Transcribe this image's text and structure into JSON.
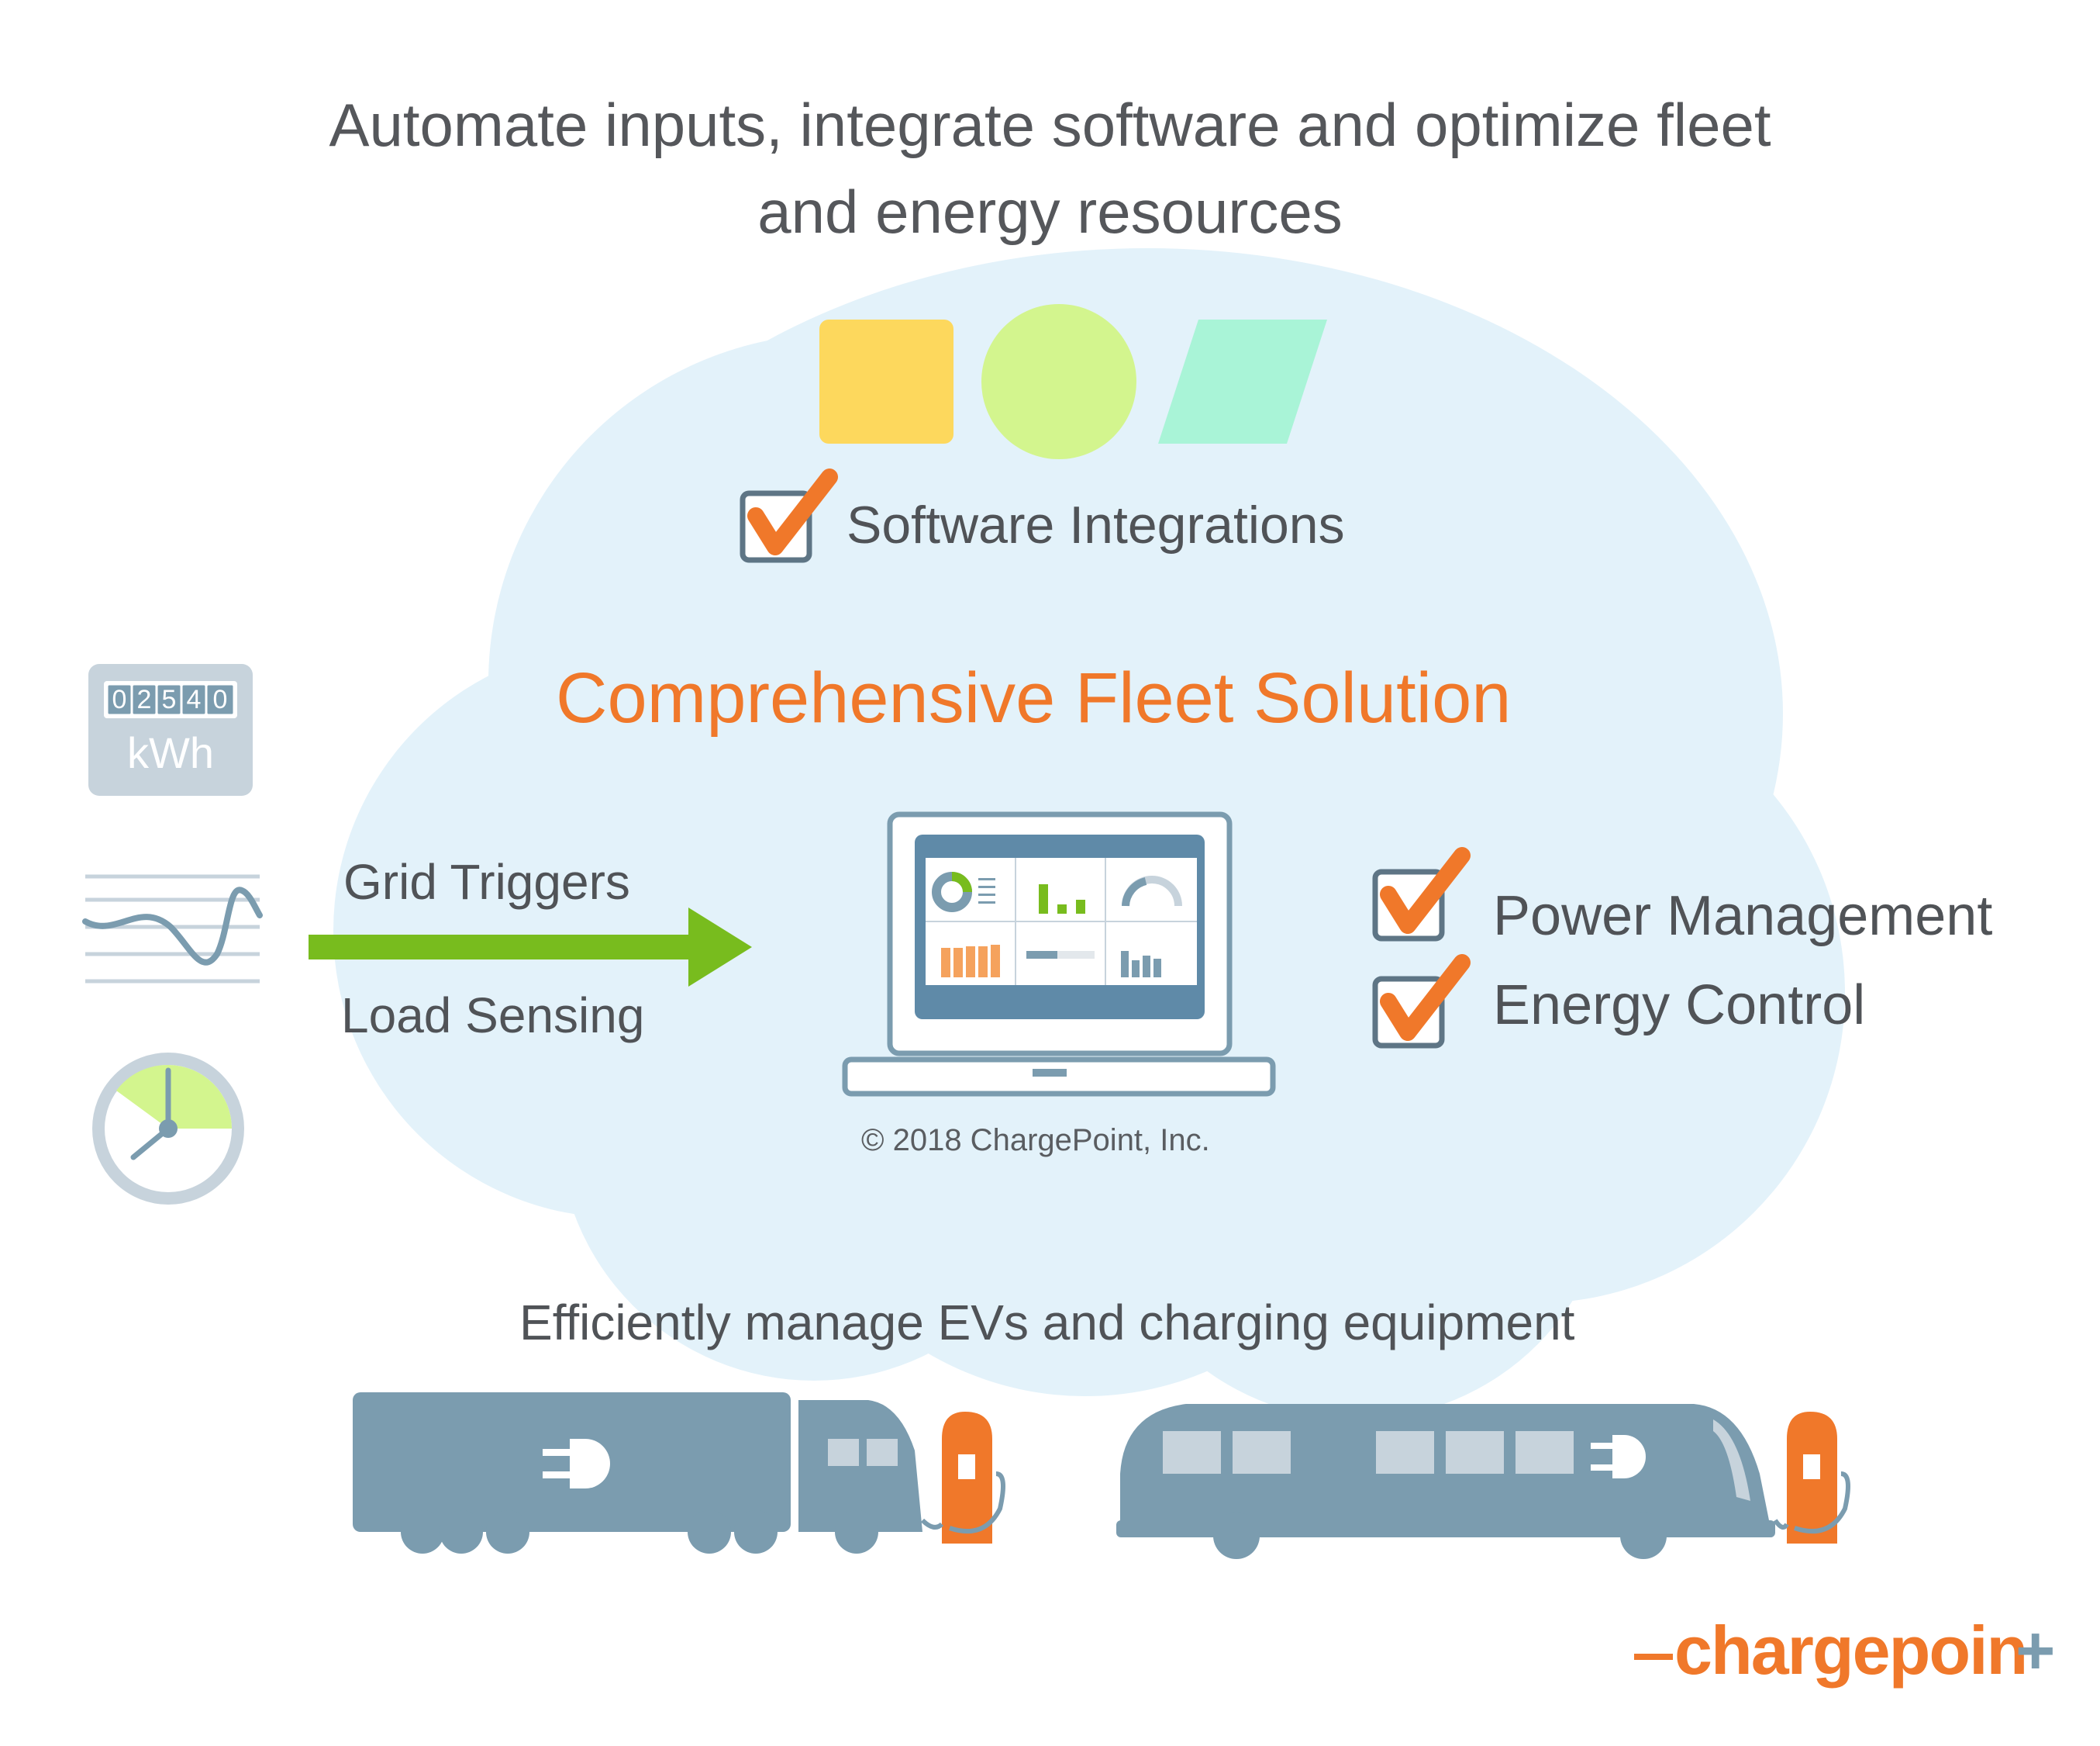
{
  "headline": {
    "line1": "Automate inputs, integrate software and optimize fleet",
    "line2": "and energy resources"
  },
  "cloud": {
    "title": "Comprehensive Fleet Solution",
    "software_integrations": "Software Integrations",
    "power_management": "Power Management",
    "energy_control": "Energy Control",
    "copyright": "© 2018 ChargePoint, Inc."
  },
  "inputs": {
    "meter_digits": [
      "0",
      "2",
      "5",
      "4",
      "0"
    ],
    "meter_unit": "kWh",
    "grid_triggers": "Grid Triggers",
    "load_sensing": "Load Sensing"
  },
  "bottom_caption": "Efficiently manage EVs and charging equipment",
  "logo": {
    "text_main": "chargepoin",
    "text_end": "+"
  },
  "colors": {
    "orange": "#f0782a",
    "green_arrow": "#78bc1e",
    "cloud": "#e3f2fa",
    "vehicle": "#7b9caf",
    "yellow_square": "#fdd85d",
    "green_circle": "#d3f58e",
    "mint_parallelogram": "#a9f4d7"
  }
}
